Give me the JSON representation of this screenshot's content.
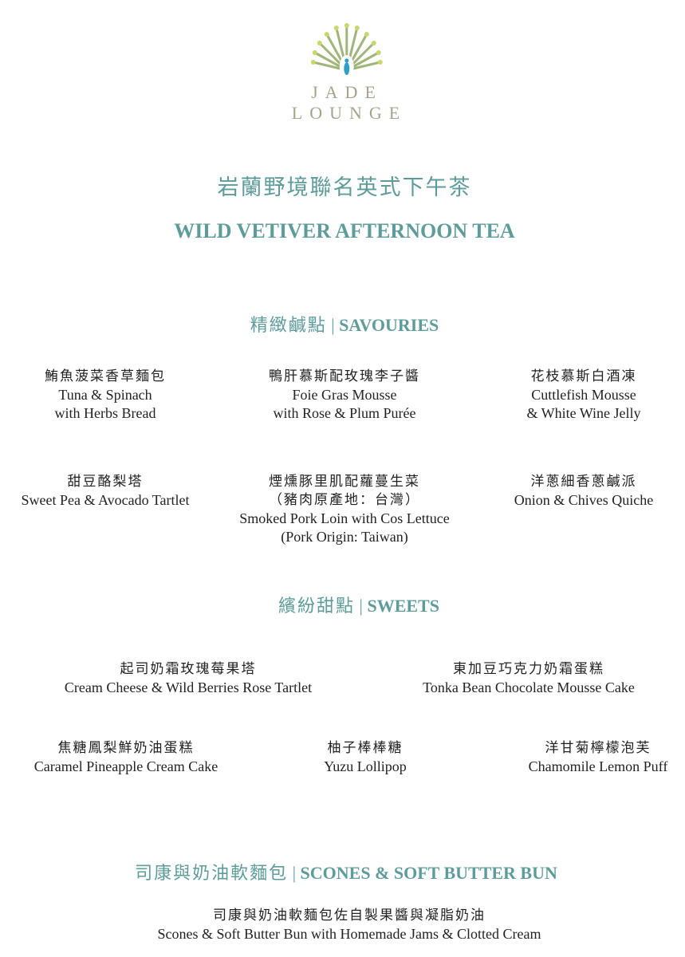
{
  "logo": {
    "line1": "JADE",
    "line2": "LOUNGE"
  },
  "title": {
    "zh": "岩蘭野境聯名英式下午茶",
    "en": "WILD VETIVER AFTERNOON TEA"
  },
  "sections": [
    {
      "zh": "精緻鹹點",
      "sep": "|",
      "en": "SAVOURIES",
      "items": [
        {
          "zh": "鮪魚菠菜香草麵包",
          "en": [
            "Tuna & Spinach",
            "with Herbs Bread"
          ]
        },
        {
          "zh": "鴨肝慕斯配玫瑰李子醬",
          "en": [
            "Foie Gras Mousse",
            "with Rose & Plum Purée"
          ]
        },
        {
          "zh": "花枝慕斯白酒凍",
          "en": [
            "Cuttlefish Mousse",
            "& White Wine Jelly"
          ]
        },
        {
          "zh": "甜豆酪梨塔",
          "en": [
            "Sweet Pea & Avocado Tartlet"
          ]
        },
        {
          "zh": "煙燻豚里肌配蘿蔓生菜",
          "zh2": "（豬肉原產地：台灣）",
          "en": [
            "Smoked Pork Loin with Cos Lettuce",
            "(Pork Origin: Taiwan)"
          ]
        },
        {
          "zh": "洋蔥細香蔥鹹派",
          "en": [
            "Onion & Chives Quiche"
          ]
        }
      ]
    },
    {
      "zh": "繽紛甜點",
      "sep": "|",
      "en": "SWEETS",
      "items": [
        {
          "zh": "起司奶霜玫瑰莓果塔",
          "en": [
            "Cream Cheese & Wild Berries Rose Tartlet"
          ]
        },
        {
          "zh": "東加豆巧克力奶霜蛋糕",
          "en": [
            "Tonka Bean Chocolate Mousse Cake"
          ]
        },
        {
          "zh": "焦糖鳳梨鮮奶油蛋糕",
          "en": [
            "Caramel Pineapple Cream Cake"
          ]
        },
        {
          "zh": "柚子棒棒糖",
          "en": [
            "Yuzu Lollipop"
          ]
        },
        {
          "zh": "洋甘菊檸檬泡芙",
          "en": [
            "Chamomile Lemon Puff"
          ]
        }
      ]
    },
    {
      "zh": "司康與奶油軟麵包",
      "sep": "|",
      "en": "SCONES & SOFT BUTTER BUN",
      "items": [
        {
          "zh": "司康與奶油軟麵包佐自製果醬與凝脂奶油",
          "en": [
            "Scones & Soft Butter Bun with Homemade Jams & Clotted Cream"
          ]
        }
      ]
    }
  ],
  "colors": {
    "accent": "#5e9c9b",
    "logo": "#a7a38a"
  }
}
